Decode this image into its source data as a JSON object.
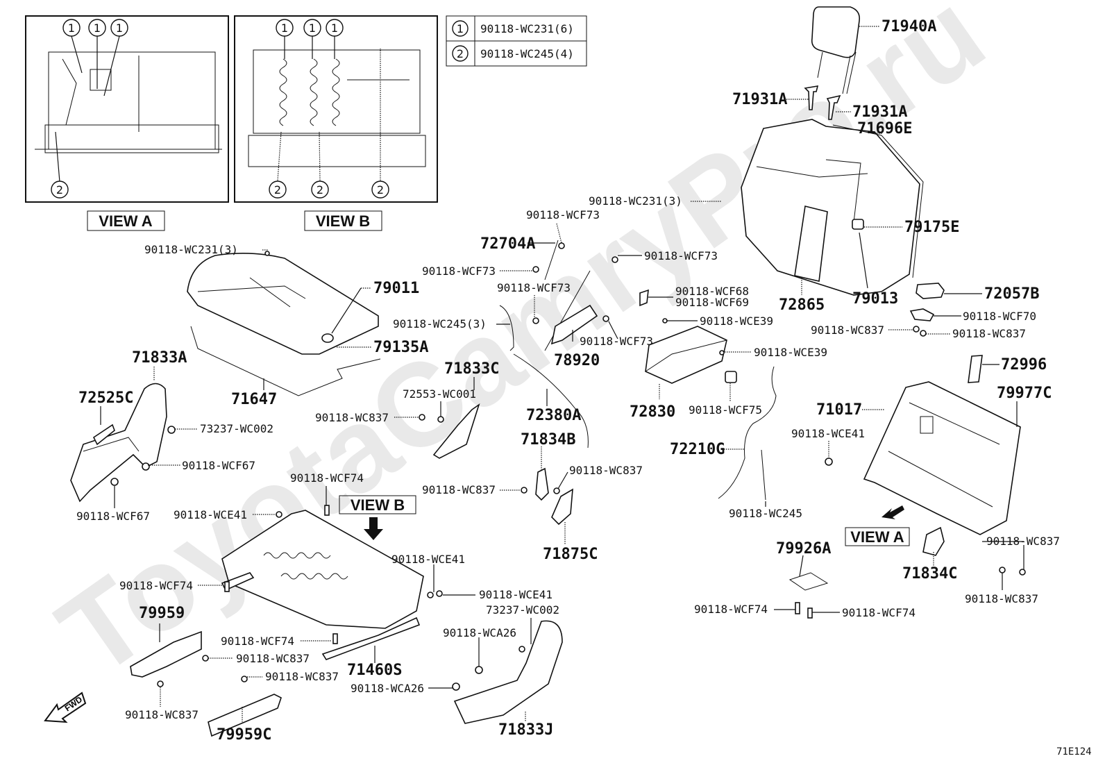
{
  "diagram": {
    "watermark": "ToyotaCamryPro.ru",
    "diagram_code": "71E124",
    "fwd_label": "FWD",
    "legend": [
      {
        "symbol": "1",
        "part": "90118-WC231(6)"
      },
      {
        "symbol": "2",
        "part": "90118-WC245(4)"
      }
    ],
    "views": {
      "view_a_inset_label": "VIEW A",
      "view_b_inset_label": "VIEW B",
      "view_a_callout_label": "VIEW A",
      "view_b_callout_label": "VIEW B",
      "view_a_symbols": [
        "1",
        "1",
        "1",
        "2"
      ],
      "view_b_symbols": [
        "1",
        "1",
        "1",
        "2",
        "2",
        "2"
      ]
    },
    "labels": {
      "p71940A": "71940A",
      "p71931A_1": "71931A",
      "p71931A_2": "71931A",
      "p71696E": "71696E",
      "wc231_back": "90118-WC231(3)",
      "p79175E": "79175E",
      "p72865": "72865",
      "p79013": "79013",
      "p72057B": "72057B",
      "wcf70": "90118-WCF70",
      "wc837_a": "90118-WC837",
      "wc837_b": "90118-WC837",
      "p72996": "72996",
      "p79977C": "79977C",
      "p71017": "71017",
      "wce41_r": "90118-WCE41",
      "wc837_r1": "90118-WC837",
      "wc837_r2": "90118-WC837",
      "p71834C": "71834C",
      "p79926A": "79926A",
      "wcf74_r1": "90118-WCF74",
      "wcf74_r2": "90118-WCF74",
      "wcf73_top": "90118-WCF73",
      "p72704A": "72704A",
      "wcf73_mid": "90118-WCF73",
      "wcf73_low": "90118-WCF73",
      "wcf73_right": "90118-WCF73",
      "wcf68": "90118-WCF68",
      "wcf69": "90118-WCF69",
      "wce39_a": "90118-WCE39",
      "wce39_b": "90118-WCE39",
      "wcf73_arm": "90118-WCF73",
      "p78920": "78920",
      "p72830": "72830",
      "wcf75": "90118-WCF75",
      "p72210G": "72210G",
      "wc245": "90118-WC245",
      "wc245_3": "90118-WC245(3)",
      "p72380A": "72380A",
      "wc231_seat": "90118-WC231(3)",
      "p79011": "79011",
      "p79135A": "79135A",
      "p71647": "71647",
      "p71833A": "71833A",
      "p72525C": "72525C",
      "p73237_l": "73237-WC002",
      "wcf67_a": "90118-WCF67",
      "wcf67_b": "90118-WCF67",
      "p71833C": "71833C",
      "p72553": "72553-WC001",
      "wc837_c": "90118-WC837",
      "p71834B": "71834B",
      "wc837_d": "90118-WC837",
      "wc837_e": "90118-WC837",
      "p71875C": "71875C",
      "wcf74_top": "90118-WCF74",
      "wce41_l": "90118-WCE41",
      "wce41_m": "90118-WCE41",
      "wce41_m2": "90118-WCE41",
      "wcf74_l": "90118-WCF74",
      "wcf74_m": "90118-WCF74",
      "p79959": "79959",
      "wc837_f": "90118-WC837",
      "wc837_g": "90118-WC837",
      "wc837_h": "90118-WC837",
      "p79959C": "79959C",
      "p71460S": "71460S",
      "p73237_r": "73237-WC002",
      "wca26_a": "90118-WCA26",
      "wca26_b": "90118-WCA26",
      "p71833J": "71833J"
    }
  }
}
